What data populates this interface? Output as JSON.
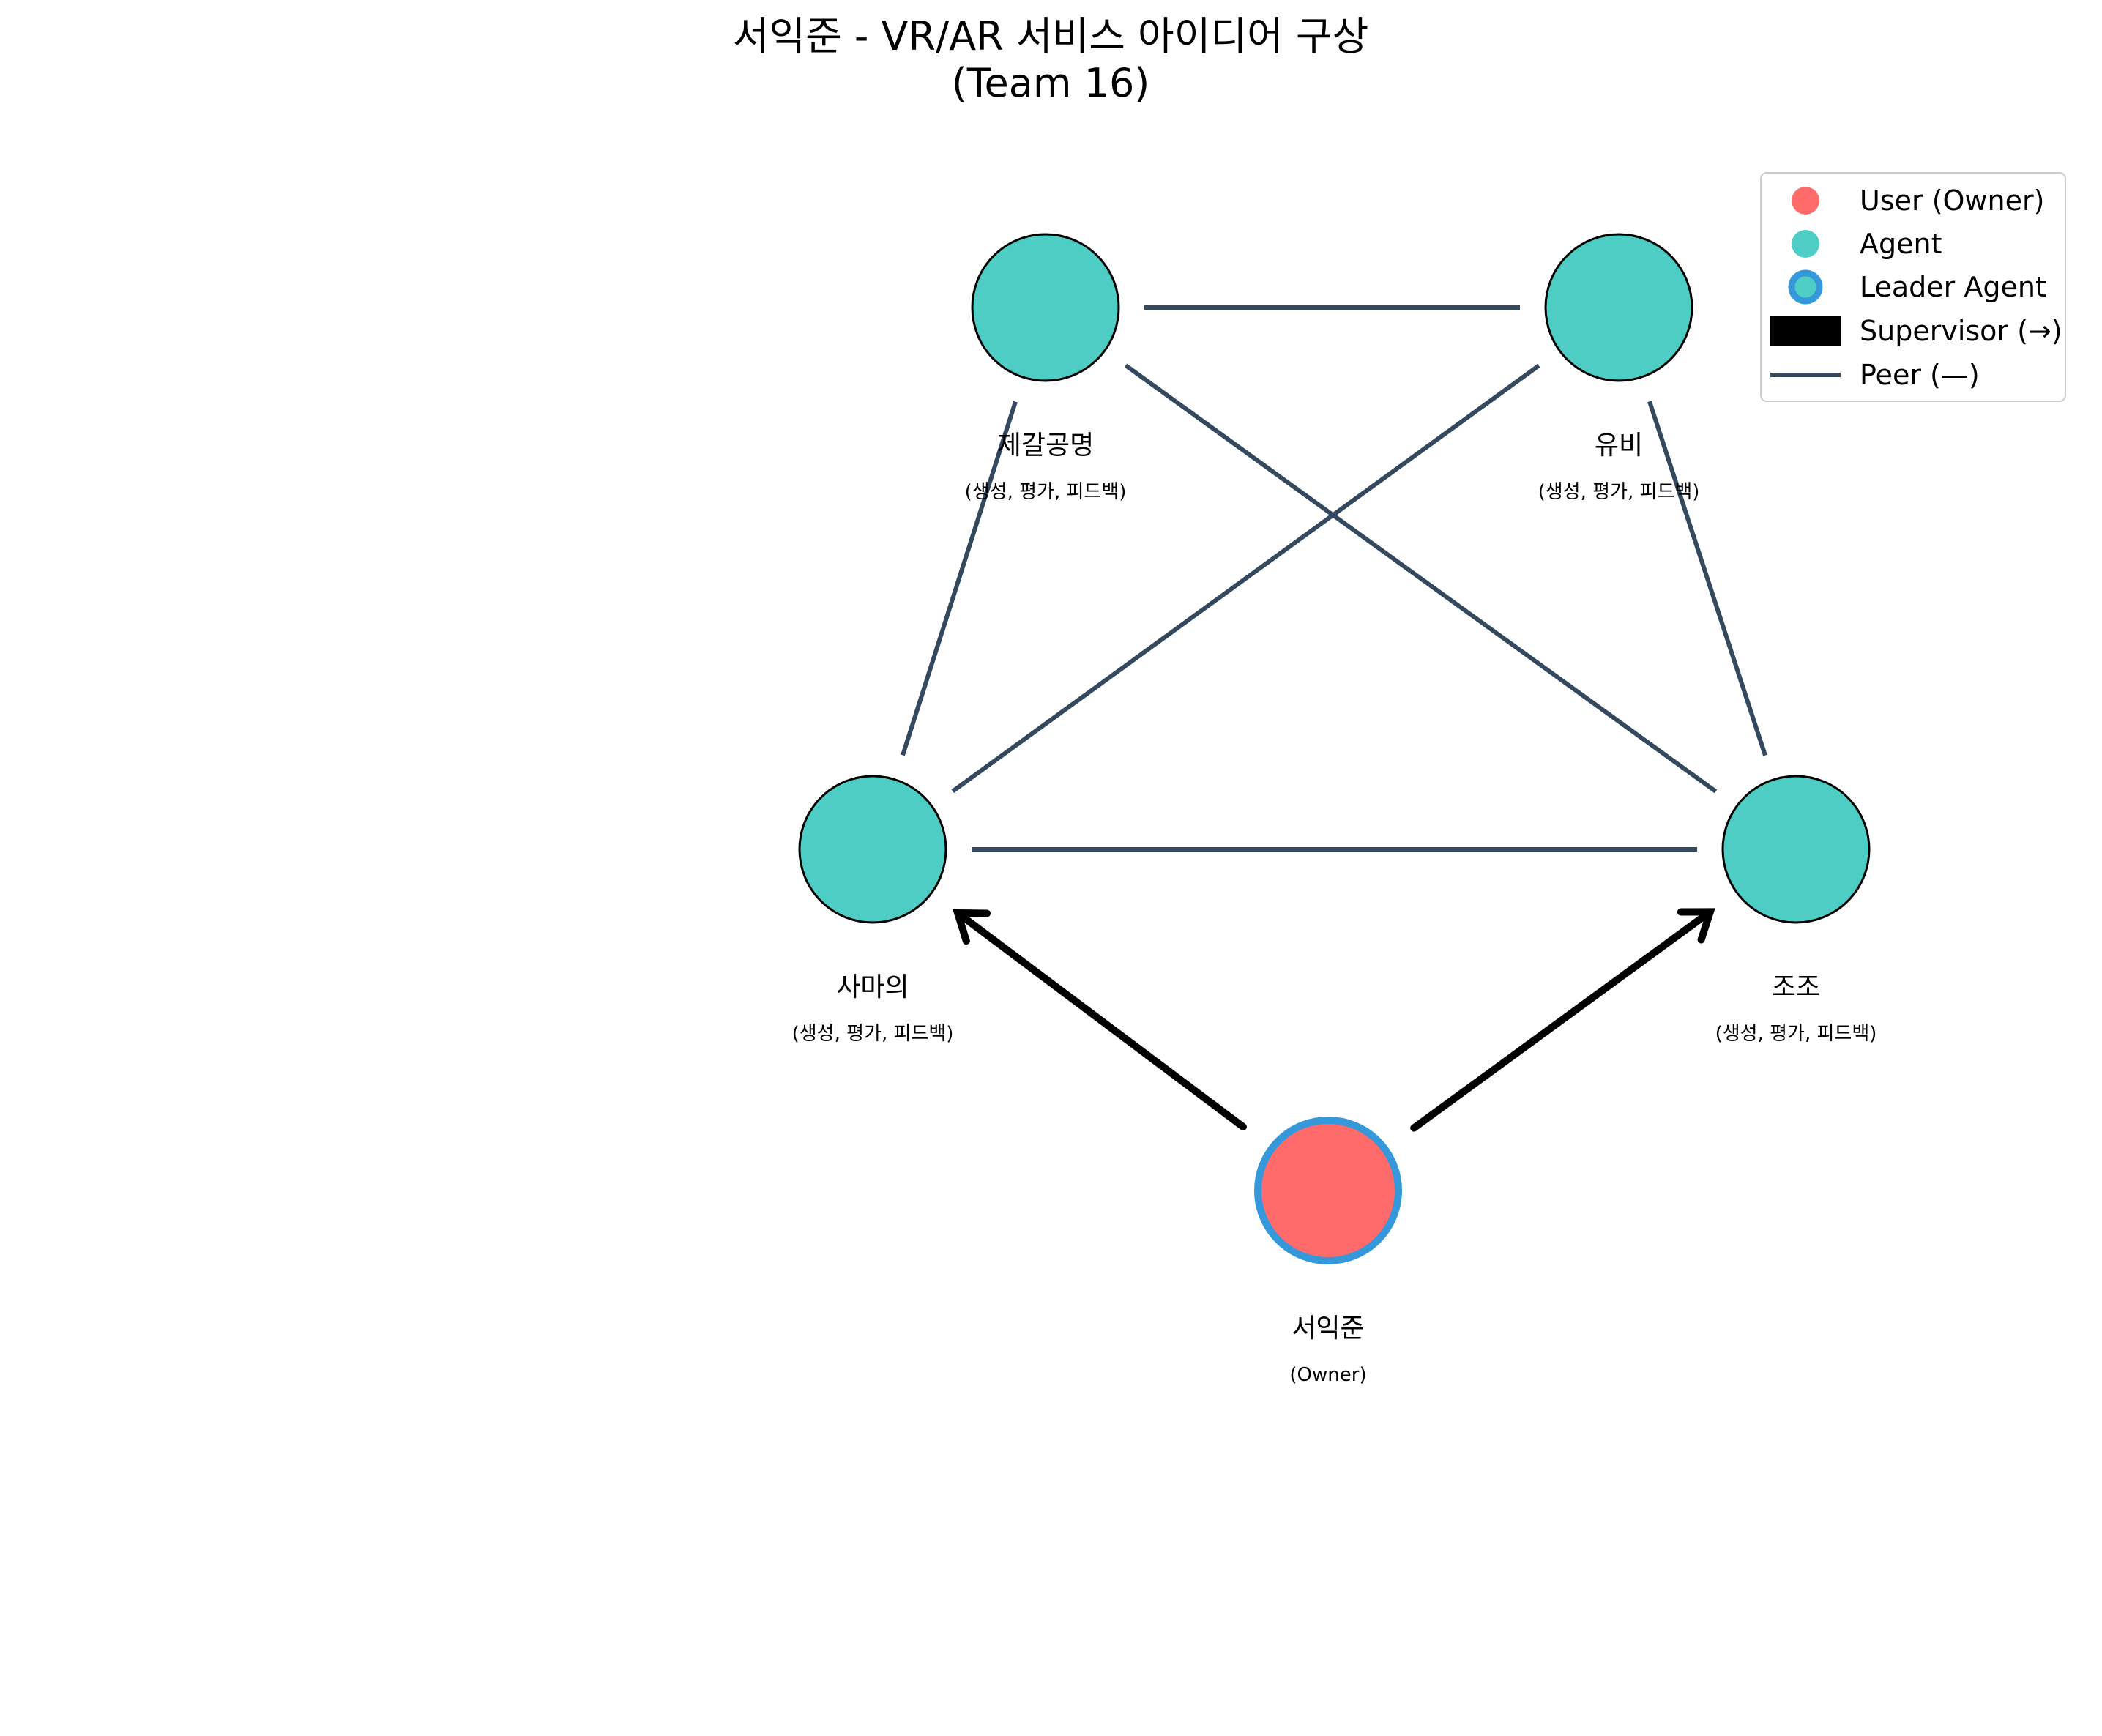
{
  "title": {
    "line1": "서익준 - VR/AR 서비스 아이디어 구상",
    "line2": "(Team 16)"
  },
  "colors": {
    "user": "#FF6B6B",
    "agent": "#4ECDC4",
    "leader_ring": "#3498DB",
    "peer_edge": "#34495E",
    "supervisor_edge": "#000000"
  },
  "nodes": [
    {
      "id": "zhuge",
      "label": "제갈공명",
      "sub": "(생성, 평가, 피드백)",
      "role": "agent"
    },
    {
      "id": "yubi",
      "label": "유비",
      "sub": "(생성, 평가, 피드백)",
      "role": "agent"
    },
    {
      "id": "samai",
      "label": "사마의",
      "sub": "(생성, 평가, 피드백)",
      "role": "agent"
    },
    {
      "id": "jojo",
      "label": "조조",
      "sub": "(생성, 평가, 피드백)",
      "role": "agent"
    },
    {
      "id": "owner",
      "label": "서익준",
      "sub": "(Owner)",
      "role": "user-leader"
    }
  ],
  "peer_edges": [
    [
      "zhuge",
      "yubi"
    ],
    [
      "zhuge",
      "samai"
    ],
    [
      "zhuge",
      "jojo"
    ],
    [
      "yubi",
      "samai"
    ],
    [
      "yubi",
      "jojo"
    ],
    [
      "samai",
      "jojo"
    ]
  ],
  "supervisor_edges": [
    [
      "owner",
      "samai"
    ],
    [
      "owner",
      "jojo"
    ]
  ],
  "legend": {
    "user": "User (Owner)",
    "agent": "Agent",
    "leader": "Leader Agent",
    "supervisor": "Supervisor (→)",
    "peer": "Peer (—)"
  }
}
